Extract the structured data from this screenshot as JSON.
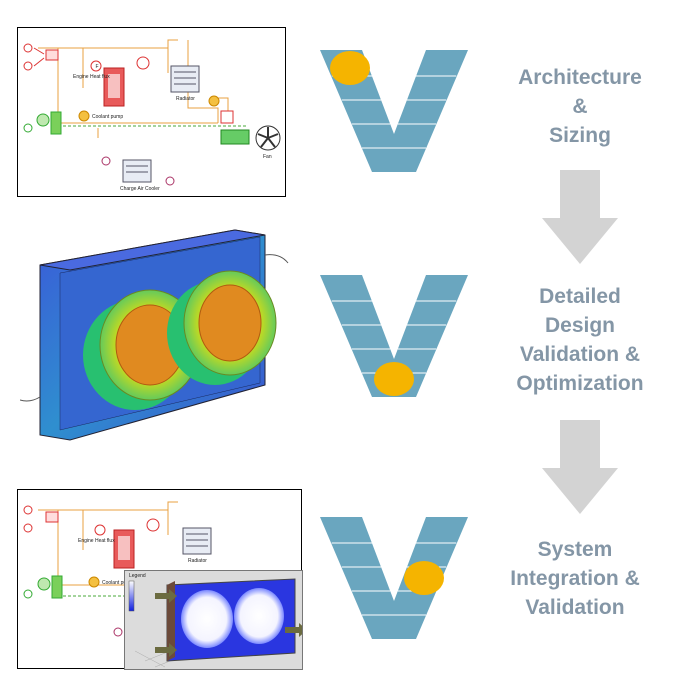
{
  "colors": {
    "v_fill": "#6aa6bf",
    "v_line": "#ffffff",
    "dot": "#f5b400",
    "arrow": "#d3d3d3",
    "label": "#8496a6"
  },
  "stages": [
    {
      "lines": [
        "Architecture",
        "&",
        "Sizing"
      ],
      "dot_position": "top-left"
    },
    {
      "lines": [
        "Detailed",
        "Design",
        "Validation &",
        "Optimization"
      ],
      "dot_position": "bottom"
    },
    {
      "lines": [
        "System",
        "Integration &",
        "Validation"
      ],
      "dot_position": "right-arm"
    }
  ],
  "schematic": {
    "engine_label": "Engine Heat flux",
    "radiator_label": "Radiator",
    "pump_label": "Coolant pump",
    "fan_label": "Fan",
    "cooler_label": "Charge Air Cooler"
  },
  "thermal_inset": {
    "title": "Legend",
    "colormap": "blue-white"
  },
  "fem_model": {
    "colormap": "blue-green-yellow-orange"
  }
}
